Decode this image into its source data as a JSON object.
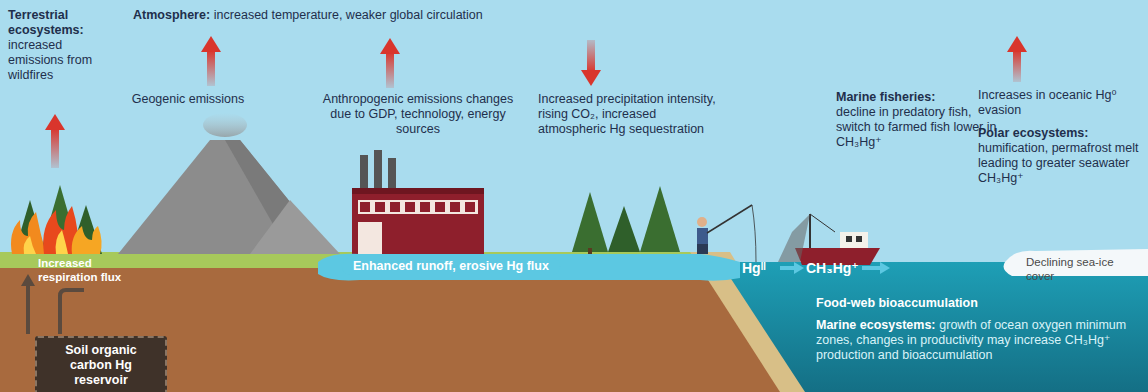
{
  "diagram": {
    "nodes": [
      {
        "text": [
          "Soil organic carbon Hg reservoir"
        ]
      },
      {
        "text": [
          "Enhanced runoff, erosive Hg flux"
        ]
      }
    ],
    "labels": [
      "Terrestrial ecosystems:",
      "increased emissions from wildfires",
      "Atmosphere:",
      "increased temperature, weaker global circulation",
      "Geogenic emissions",
      "Anthropogenic emissions changes due to GDP, technology, energy sources",
      "Increased precipitation intensity, rising CO₂, increased atmospheric Hg sequestration",
      "Marine fisheries:",
      "decline in predatory fish, switch to farmed fish lower in CH₃Hg⁺",
      "Increases in oceanic Hg⁰ evasion",
      "Polar ecosystems:",
      "humification, permafrost melt leading to greater seawater CH₃Hg⁺",
      "Increased respiration flux",
      "Hgᴵᴵ",
      "CH₃Hg⁺",
      "Declining sea-ice cover",
      "Food-web bioaccumulation",
      "Marine ecosystems:",
      "growth of ocean oxygen minimum zones, changes in productivity may increase CH₃Hg⁺ production and bioaccumulation"
    ]
  }
}
